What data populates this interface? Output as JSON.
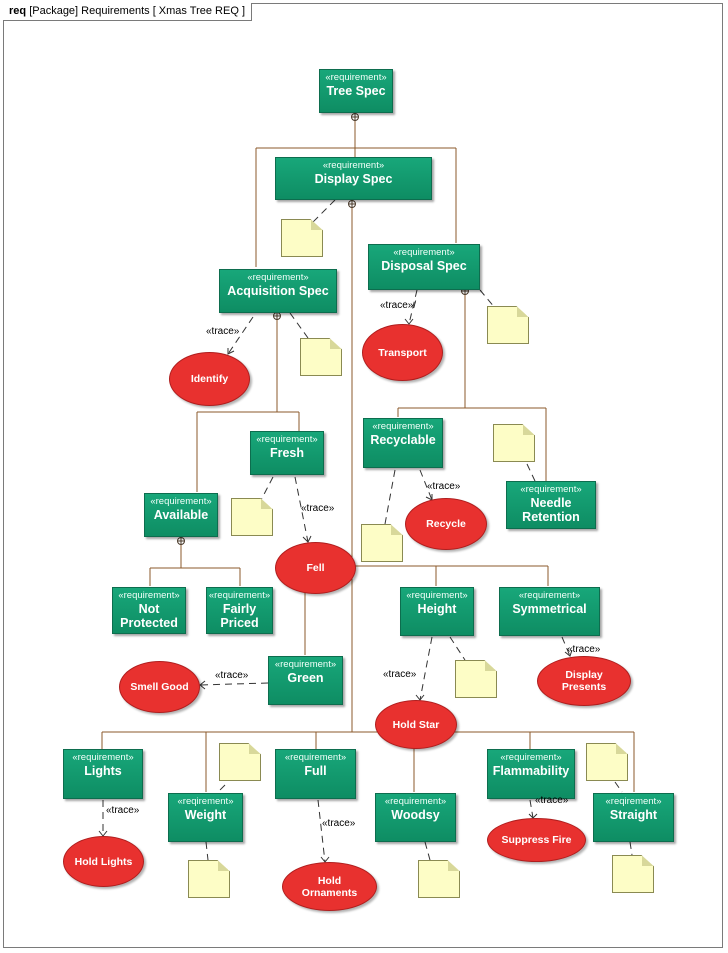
{
  "frame": {
    "kind": "req",
    "kind_suffix": "[Package] Requirements [ Xmas Tree REQ ]"
  },
  "stereotype": "«requirement»",
  "stereotype_alt": "«reqirement»",
  "trace_label": "«trace»",
  "trace_label_slash": "«trace»/",
  "requirements": {
    "tree_spec": "Tree Spec",
    "display_spec": "Display Spec",
    "disposal_spec": "Disposal Spec",
    "acquisition_spec": "Acquisition Spec",
    "fresh": "Fresh",
    "available": "Available",
    "recyclable": "Recyclable",
    "needle_retention": "Needle\nRetention",
    "not_protected": "Not\nProtected",
    "fairly_priced": "Fairly\nPriced",
    "height": "Height",
    "symmetrical": "Symmetrical",
    "green": "Green",
    "lights": "Lights",
    "weight": "Weight",
    "full": "Full",
    "woodsy": "Woodsy",
    "flammability": "Flammability",
    "straight": "Straight"
  },
  "test_cases": {
    "transport": "Transport",
    "identify": "Identify",
    "recycle": "Recycle",
    "fell": "Fell",
    "smell_good": "Smell Good",
    "display_presents": "Display\nPresents",
    "hold_star": "Hold Star",
    "hold_lights": "Hold Lights",
    "hold_ornaments": "Hold\nOrnaments",
    "suppress_fire": "Suppress Fire"
  },
  "colors": {
    "requirement": "#12996d",
    "test_case": "#e8312f",
    "note": "#fdfdc6",
    "containment_line": "#8b5a2b"
  }
}
